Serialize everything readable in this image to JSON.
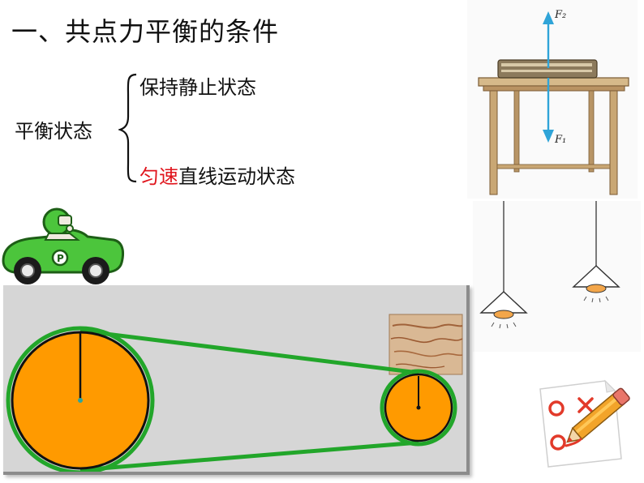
{
  "title": "一、共点力平衡的条件",
  "balance": {
    "label": "平衡状态",
    "items": [
      {
        "text": "保持静止状态"
      },
      {
        "highlight": "匀速",
        "rest": "直线运动状态"
      }
    ]
  },
  "book_on_table_figure": {
    "force_up_label": "F₂",
    "force_down_label": "F₁"
  },
  "colors": {
    "highlight": "#e0141c",
    "force_arrow": "#2fa4d8",
    "belt": "#22a62a",
    "wheel": "#ff9a00",
    "car_body": "#4cc53c"
  },
  "icons": [
    "race-car-icon",
    "checklist-pencil-icon",
    "hanging-lamp-icon",
    "wood-block-icon"
  ]
}
